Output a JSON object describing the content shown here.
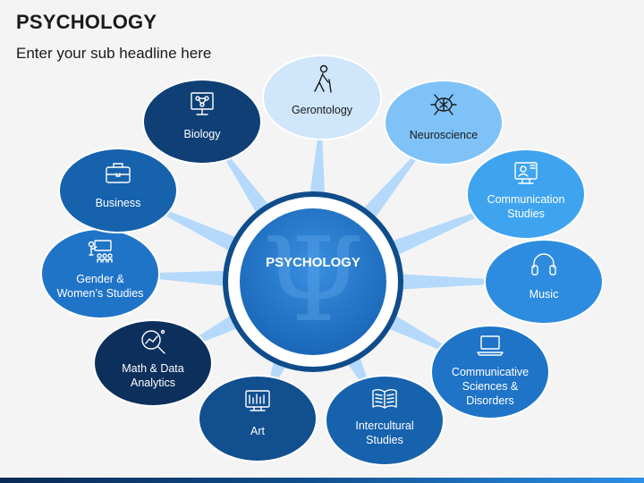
{
  "header": {
    "title": "PSYCHOLOGY",
    "subtitle": "Enter your sub headline here"
  },
  "center": {
    "label": "PSYCHOLOGY",
    "symbol": "Ψ"
  },
  "nodes": [
    {
      "id": "gerontology",
      "lines": [
        "Gerontology"
      ],
      "icon": "elderly-person-icon",
      "fill": "#cfe6fb",
      "text": "#1a1a1a"
    },
    {
      "id": "neuroscience",
      "lines": [
        "Neuroscience"
      ],
      "icon": "brain-circuit-icon",
      "fill": "#7fc2f7",
      "text": "#1a1a1a"
    },
    {
      "id": "communication-studies",
      "lines": [
        "Communication",
        "Studies"
      ],
      "icon": "video-presentation-icon",
      "fill": "#3ea4f0",
      "text": "#ffffff"
    },
    {
      "id": "music",
      "lines": [
        "Music"
      ],
      "icon": "headphones-icon",
      "fill": "#2e8ce0",
      "text": "#ffffff"
    },
    {
      "id": "communicative-sciences",
      "lines": [
        "Communicative",
        "Sciences &",
        "Disorders"
      ],
      "icon": "laptop-icon",
      "fill": "#1f74c8",
      "text": "#ffffff"
    },
    {
      "id": "intercultural-studies",
      "lines": [
        "Intercultural",
        "Studies"
      ],
      "icon": "open-book-icon",
      "fill": "#1762ad",
      "text": "#ffffff"
    },
    {
      "id": "art",
      "lines": [
        "Art"
      ],
      "icon": "art-monitor-icon",
      "fill": "#114f8e",
      "text": "#ffffff"
    },
    {
      "id": "math-data-analytics",
      "lines": [
        "Math & Data",
        "Analytics"
      ],
      "icon": "magnifier-chart-icon",
      "fill": "#0c2f5c",
      "text": "#ffffff"
    },
    {
      "id": "gender-womens-studies",
      "lines": [
        "Gender &",
        "Women’s Studies"
      ],
      "icon": "presentation-audience-icon",
      "fill": "#1f74c8",
      "text": "#ffffff"
    },
    {
      "id": "business",
      "lines": [
        "Business"
      ],
      "icon": "briefcase-icon",
      "fill": "#1762ad",
      "text": "#ffffff"
    },
    {
      "id": "biology",
      "lines": [
        "Biology"
      ],
      "icon": "molecule-board-icon",
      "fill": "#0f3f75",
      "text": "#ffffff"
    }
  ],
  "colors": {
    "center_fill": "#1f74c8",
    "center_ring": "#0f4c8a",
    "rays": "#a8d4fb"
  }
}
